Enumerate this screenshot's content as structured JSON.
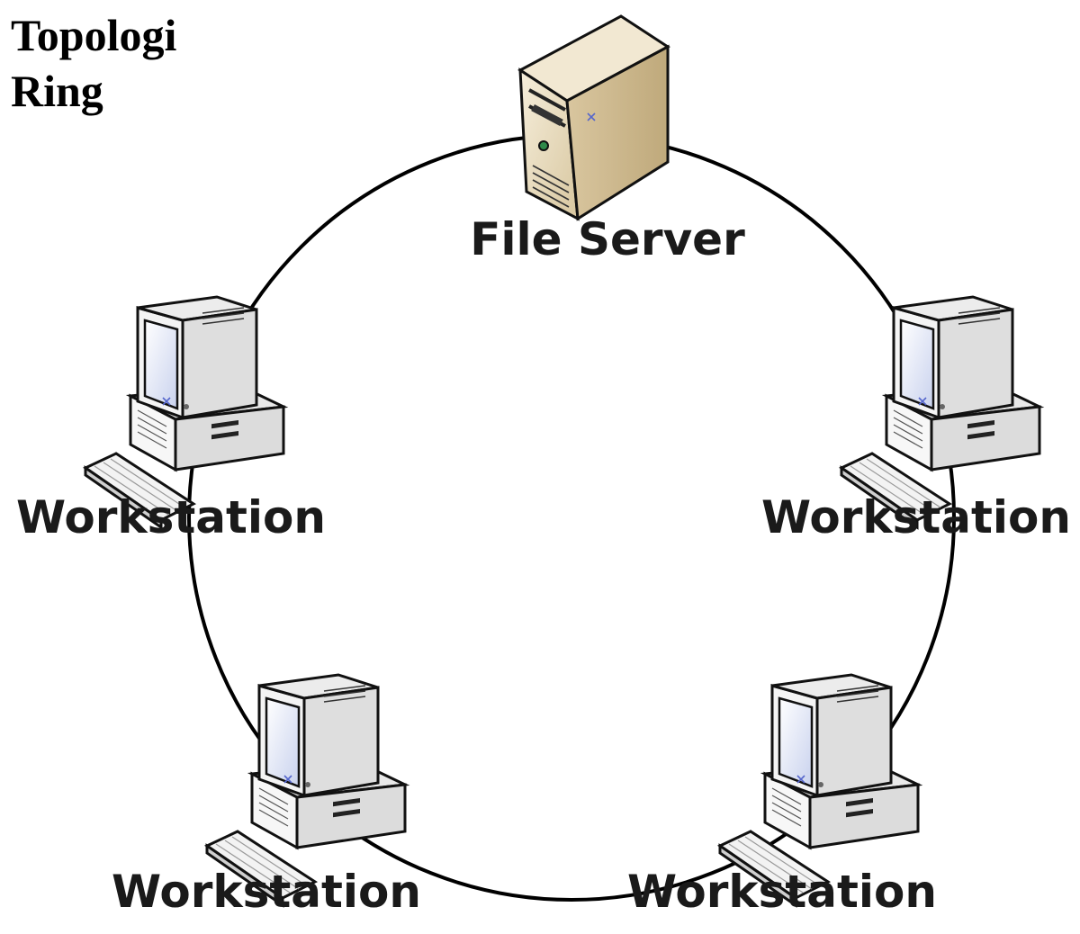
{
  "title_lines": [
    "Topologi",
    "Ring"
  ],
  "nodes": [
    {
      "id": "server",
      "label": "File Server",
      "icon": "server-tower-icon"
    },
    {
      "id": "ws-left",
      "label": "Workstation",
      "icon": "workstation-computer-icon"
    },
    {
      "id": "ws-right",
      "label": "Workstation",
      "icon": "workstation-computer-icon"
    },
    {
      "id": "ws-bottom-left",
      "label": "Workstation",
      "icon": "workstation-computer-icon"
    },
    {
      "id": "ws-bottom-right",
      "label": "Workstation",
      "icon": "workstation-computer-icon"
    }
  ],
  "colors": {
    "ring": "#000000",
    "server_body": "#e9dcbf",
    "computer_body": "#f1f1f1",
    "screen": "#e3e8f7"
  }
}
